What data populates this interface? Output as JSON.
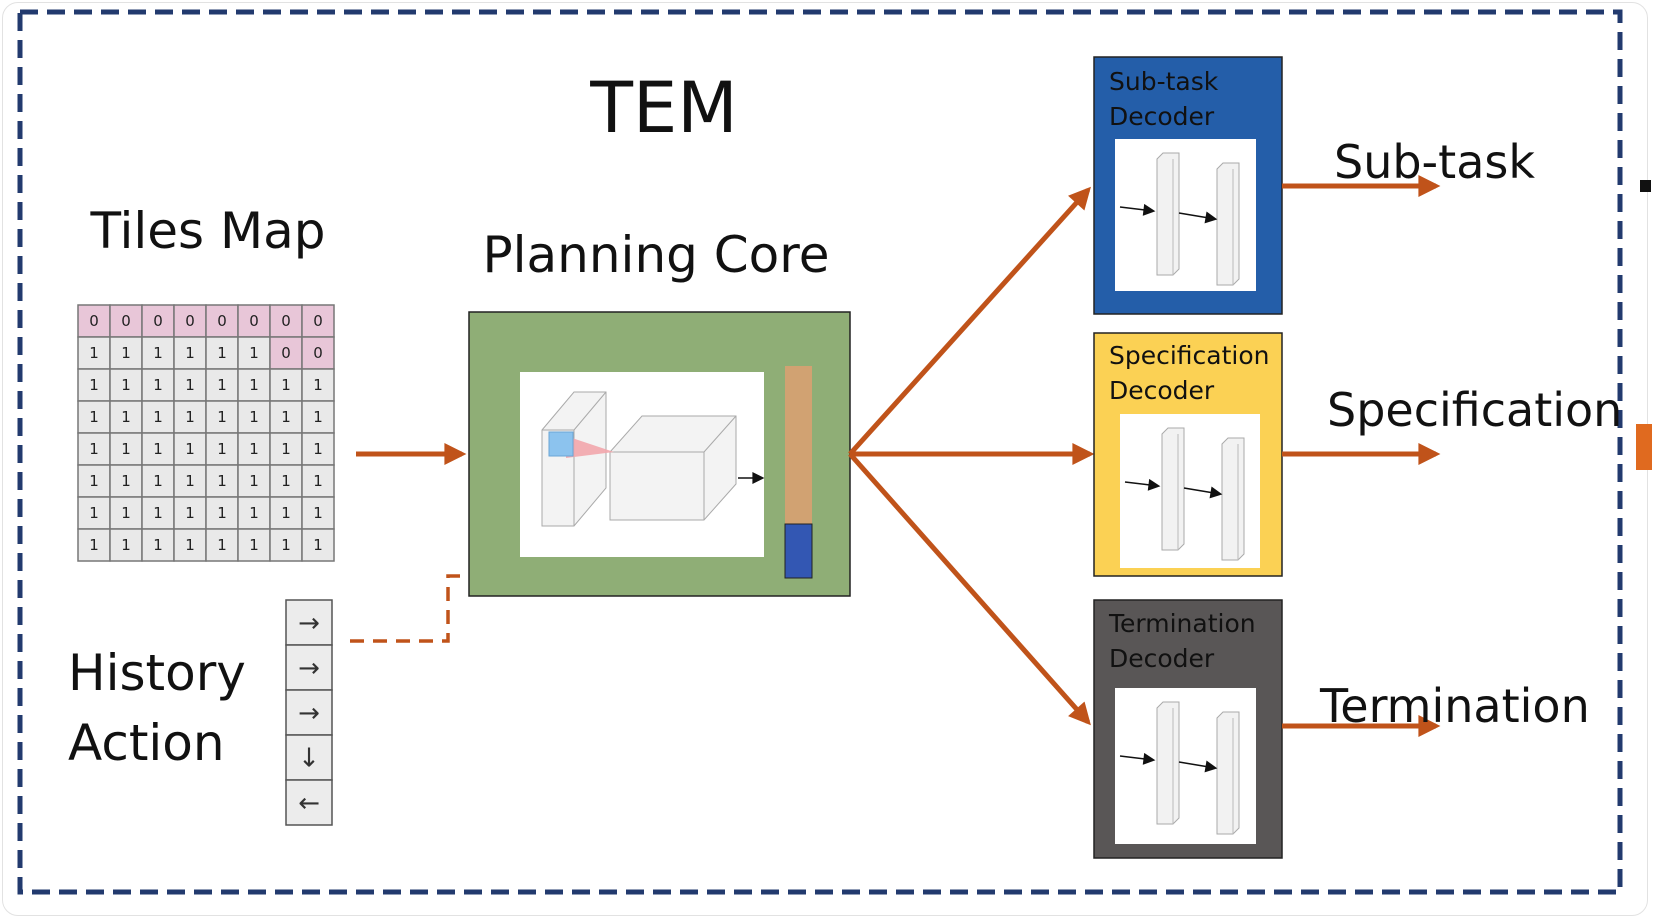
{
  "title": "TEM",
  "tiles_map": {
    "label": "Tiles Map",
    "grid": [
      [
        "0",
        "0",
        "0",
        "0",
        "0",
        "0",
        "0",
        "0"
      ],
      [
        "1",
        "1",
        "1",
        "1",
        "1",
        "1",
        "0",
        "0"
      ],
      [
        "1",
        "1",
        "1",
        "1",
        "1",
        "1",
        "1",
        "1"
      ],
      [
        "1",
        "1",
        "1",
        "1",
        "1",
        "1",
        "1",
        "1"
      ],
      [
        "1",
        "1",
        "1",
        "1",
        "1",
        "1",
        "1",
        "1"
      ],
      [
        "1",
        "1",
        "1",
        "1",
        "1",
        "1",
        "1",
        "1"
      ],
      [
        "1",
        "1",
        "1",
        "1",
        "1",
        "1",
        "1",
        "1"
      ],
      [
        "1",
        "1",
        "1",
        "1",
        "1",
        "1",
        "1",
        "1"
      ]
    ],
    "zero_color": "#e8c6d8",
    "one_color": "#e9e9e9"
  },
  "history": {
    "label_line1": "History",
    "label_line2": "Action",
    "arrows": [
      "→",
      "→",
      "→",
      "↓",
      "←"
    ]
  },
  "planning_core": {
    "label": "Planning Core",
    "color": "#8fae76",
    "bar_top_color": "#d1a272",
    "bar_bottom_color": "#3357b3"
  },
  "decoders": [
    {
      "line1": "Sub-task",
      "line2": "Decoder",
      "output": "Sub-task",
      "color": "#245ea9"
    },
    {
      "line1": "Specification",
      "line2": "Decoder",
      "output": "Specification",
      "color": "#fbd154"
    },
    {
      "line1": "Termination",
      "line2": "Decoder",
      "output": "Termination",
      "color": "#595656"
    }
  ],
  "colors": {
    "arrow": "#c0531a",
    "frame": "#223a6e"
  }
}
